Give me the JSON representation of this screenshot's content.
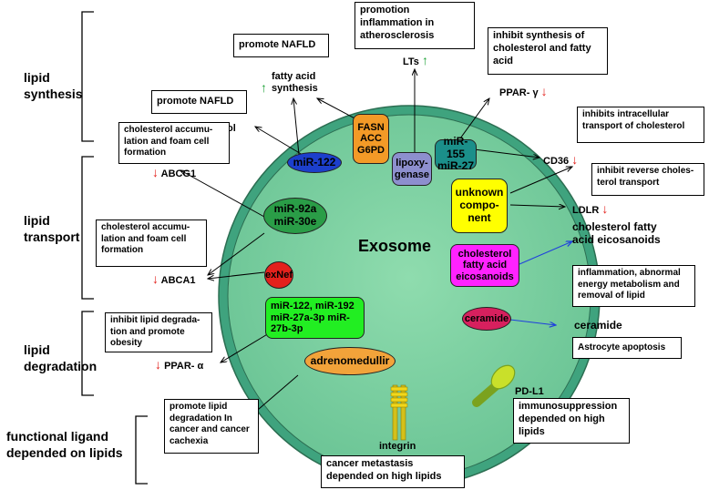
{
  "categories": {
    "synthesis": "lipid synthesis",
    "transport": "lipid transport",
    "degradation": "lipid degradation",
    "ligand": "functional ligand depended on lipids"
  },
  "center": {
    "label": "Exosome"
  },
  "molecules": {
    "mir122": "miR-122",
    "fasn": "FASN ACC G6PD",
    "lipoxygenase": "lipoxy- genase",
    "mir155": "miR-155 miR-27",
    "unknown": "unknown compo- nent",
    "mir92": "miR-92a miR-30e",
    "exnef": "exNef",
    "cholfat": "cholesterol fatty acid eicosanoids",
    "ceramide": "ceramide",
    "mirs": "miR-122, miR-192 miR-27a-3p miR-27b-3p",
    "adrenomedullin": "adrenomedullir"
  },
  "targets": {
    "cholesterol": "cholesterol",
    "fatty_acid_synthesis": "fatty acid synthesis",
    "lts": "LTs",
    "ppar_gamma": "PPAR- γ",
    "cd36": "CD36",
    "ldlr": "LDLR",
    "abcg1": "ABCG1",
    "abca1": "ABCA1",
    "ppar_alpha": "PPAR- α",
    "chol_fa_eic": "cholesterol fatty acid eicosanoids",
    "ceramide_out": "ceramide",
    "pdl1": "PD-L1",
    "integrin": "integrin"
  },
  "effects": {
    "promote_nafld_1": "promote NAFLD",
    "promote_nafld_2": "promote NAFLD",
    "promotion_inflammation": "promotion inflammation in atherosclerosis",
    "inhibit_synthesis": "inhibit synthesis of cholesterol and fatty acid",
    "inhibits_intracellular": "inhibits intracellular transport of cholesterol",
    "inhibit_reverse": "inhibit reverse choles- terol transport",
    "foam_1": "cholesterol accumu- lation and foam cell formation",
    "foam_2": "cholesterol accumu- lation and foam cell formation",
    "inflammation_energy": "inflammation, abnormal energy metabolism and removal of lipid",
    "astrocyte": "Astrocyte apoptosis",
    "inhibit_degradation": "inhibit lipid degrada- tion and promote obesity",
    "promote_degradation": "promote lipid degradation In cancer and cancer cachexia",
    "immunosuppression": "immunosuppression depended on high lipids",
    "metastasis": "cancer metastasis depended on high lipids"
  },
  "colors": {
    "exosome_outer": "#3fa37e",
    "exosome_inner": "#7bd0a3",
    "up_arrow": "#22a33a",
    "down_arrow": "#e3211c",
    "blue_arrow": "#1f3fdd"
  },
  "icons": {
    "up": "up-arrow-icon",
    "down": "down-arrow-icon"
  }
}
